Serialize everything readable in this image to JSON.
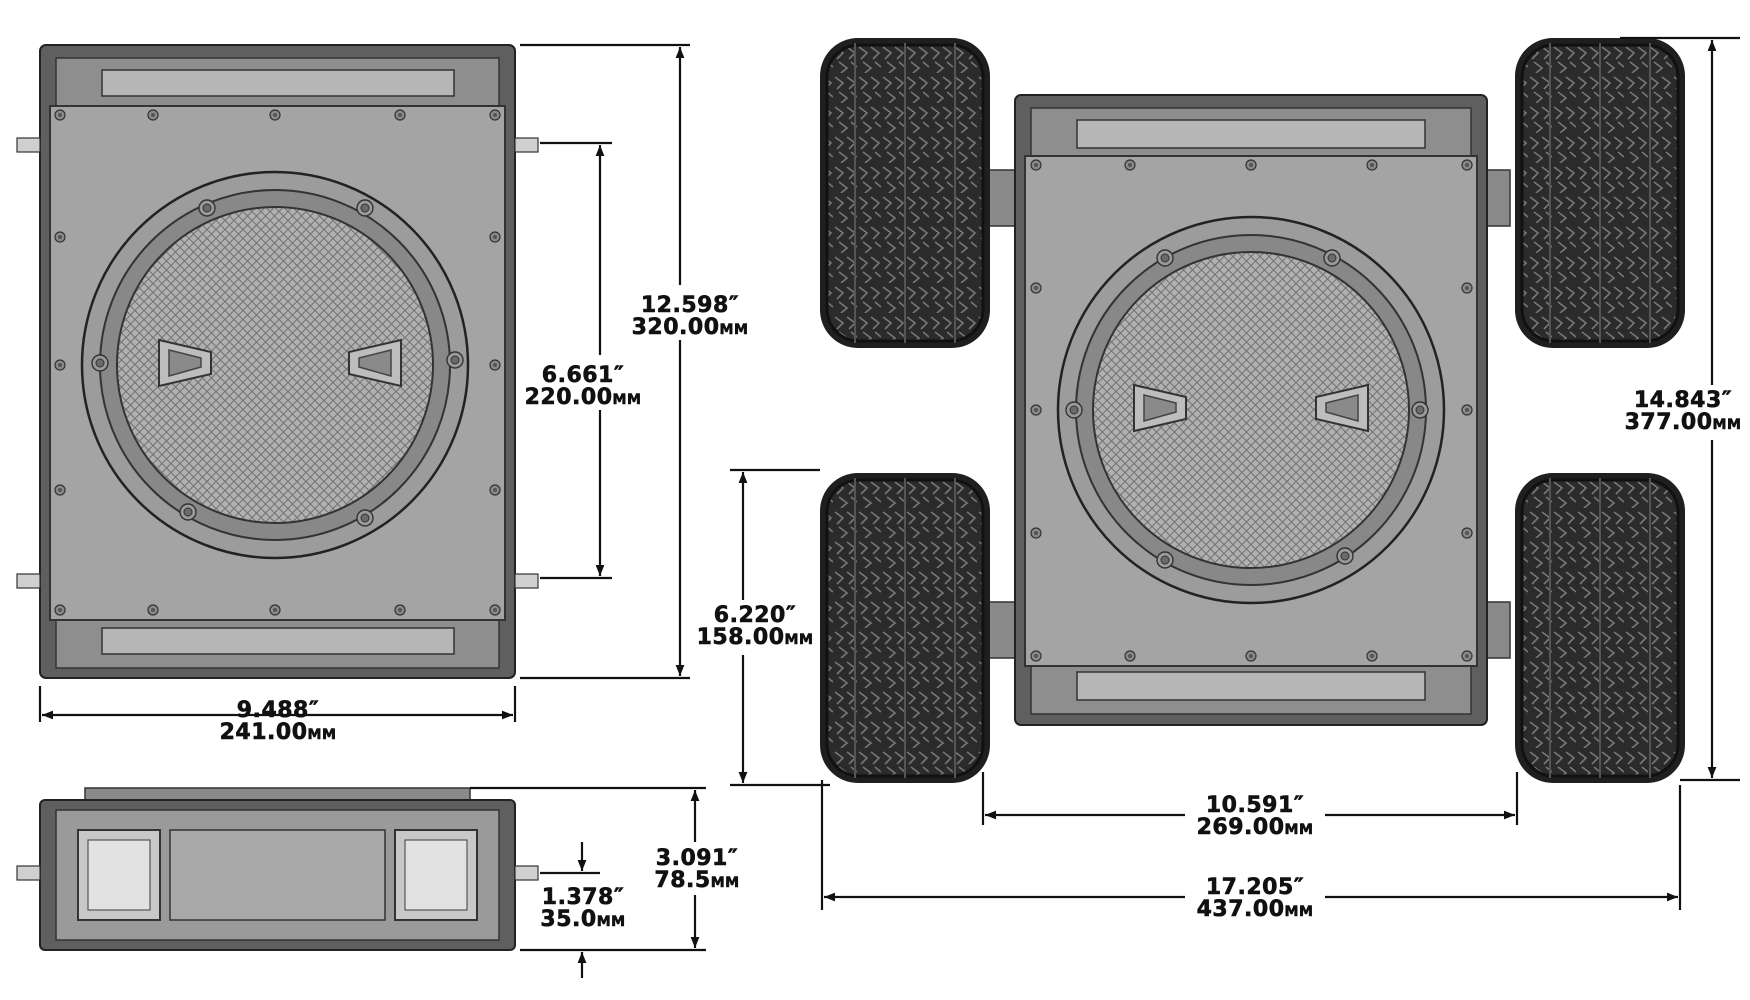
{
  "colors": {
    "background": "#ffffff",
    "chassis_edge": "#5f5f5f",
    "chassis_face": "#9a9a9a",
    "plate": "#a4a4a4",
    "tire": "#2b2b2b",
    "tread": "#4a4a4a",
    "dimension_line": "#111111"
  },
  "dimensions": {
    "top_length": {
      "imperial": "12.598″",
      "metric_value": "320.00",
      "metric_unit": "MM"
    },
    "top_handle_spacing": {
      "imperial": "6.661″",
      "metric_value": "220.00",
      "metric_unit": "MM"
    },
    "top_width": {
      "imperial": "9.488″",
      "metric_value": "241.00",
      "metric_unit": "MM"
    },
    "side_height": {
      "imperial": "3.091″",
      "metric_value": "78.5",
      "metric_unit": "MM"
    },
    "side_shaft_height": {
      "imperial": "1.378″",
      "metric_value": "35.0",
      "metric_unit": "MM"
    },
    "wheel_track": {
      "imperial": "6.220″",
      "metric_value": "158.00",
      "metric_unit": "MM"
    },
    "overall_length": {
      "imperial": "14.843″",
      "metric_value": "377.00",
      "metric_unit": "MM"
    },
    "inner_width": {
      "imperial": "10.591″",
      "metric_value": "269.00",
      "metric_unit": "MM"
    },
    "overall_width": {
      "imperial": "17.205″",
      "metric_value": "437.00",
      "metric_unit": "MM"
    }
  },
  "icons": {
    "wheel": "wheel-icon",
    "hatch": "hatch-icon",
    "handle": "handle-icon",
    "motor": "motor-icon"
  }
}
